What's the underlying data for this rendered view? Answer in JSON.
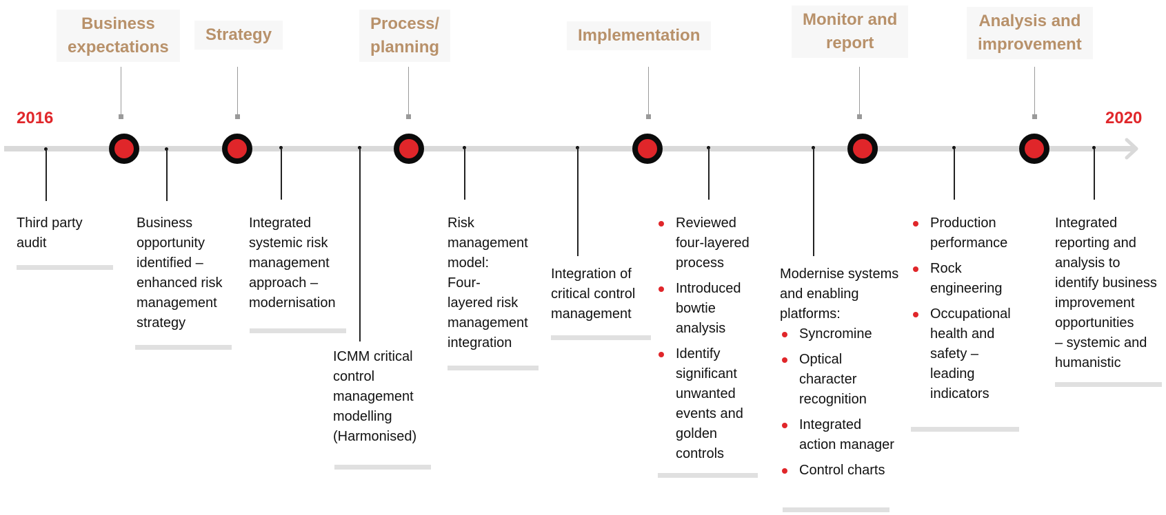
{
  "header_clip": "",
  "years": {
    "start": "2016",
    "end": "2020"
  },
  "phases": [
    {
      "id": "business-expectations",
      "label_lines": [
        "Business",
        "expectations"
      ]
    },
    {
      "id": "strategy",
      "label_lines": [
        "Strategy"
      ]
    },
    {
      "id": "process-planning",
      "label_lines": [
        "Process/",
        "planning"
      ]
    },
    {
      "id": "implementation",
      "label_lines": [
        "Implementation"
      ]
    },
    {
      "id": "monitor-report",
      "label_lines": [
        "Monitor and",
        "report"
      ]
    },
    {
      "id": "analysis-improvement",
      "label_lines": [
        "Analysis and",
        "improvement"
      ]
    }
  ],
  "events": [
    {
      "id": "third-party-audit",
      "lines": [
        "Third party",
        "audit"
      ]
    },
    {
      "id": "business-opportunity",
      "lines": [
        "Business",
        "opportunity",
        "identified –",
        "enhanced risk",
        "management",
        "strategy"
      ]
    },
    {
      "id": "integrated-systemic",
      "lines": [
        "Integrated",
        "systemic risk",
        "management",
        "approach –",
        "modernisation"
      ]
    },
    {
      "id": "icmm-critical",
      "lines": [
        "ICMM critical",
        "control",
        "management",
        "modelling",
        "(Harmonised)"
      ]
    },
    {
      "id": "risk-management-model",
      "lines": [
        "Risk",
        "management",
        "model:",
        "Four-",
        "layered risk",
        "management",
        "integration"
      ]
    },
    {
      "id": "integration-critical-control",
      "lines": [
        "Integration of",
        "critical control",
        "management"
      ]
    },
    {
      "id": "implementation-bullets",
      "bullets": [
        [
          "Reviewed",
          "four-layered",
          "process"
        ],
        [
          "Introduced",
          "bowtie",
          "analysis"
        ],
        [
          "Identify",
          "significant",
          "unwanted",
          "events and",
          "golden",
          "controls"
        ]
      ]
    },
    {
      "id": "modernise-systems",
      "lines": [
        "Modernise systems",
        "and enabling",
        "platforms:"
      ],
      "bullets": [
        [
          "Syncromine"
        ],
        [
          "Optical",
          "character",
          "recognition"
        ],
        [
          "Integrated",
          "action manager"
        ],
        [
          "Control charts"
        ]
      ]
    },
    {
      "id": "production-bullets",
      "bullets": [
        [
          "Production",
          "performance"
        ],
        [
          "Rock",
          "engineering"
        ],
        [
          "Occupational",
          "health and",
          "safety –",
          "leading",
          "indicators"
        ]
      ]
    },
    {
      "id": "integrated-reporting",
      "lines": [
        "Integrated",
        "reporting and",
        "analysis to",
        "identify business",
        "improvement",
        "opportunities",
        "– systemic and",
        "humanistic"
      ]
    }
  ],
  "colors": {
    "accent_red": "#e0262a",
    "phase_gold": "#b8916a",
    "axis_gray": "#d9d9d9",
    "ring_black": "#0b0b0b"
  }
}
